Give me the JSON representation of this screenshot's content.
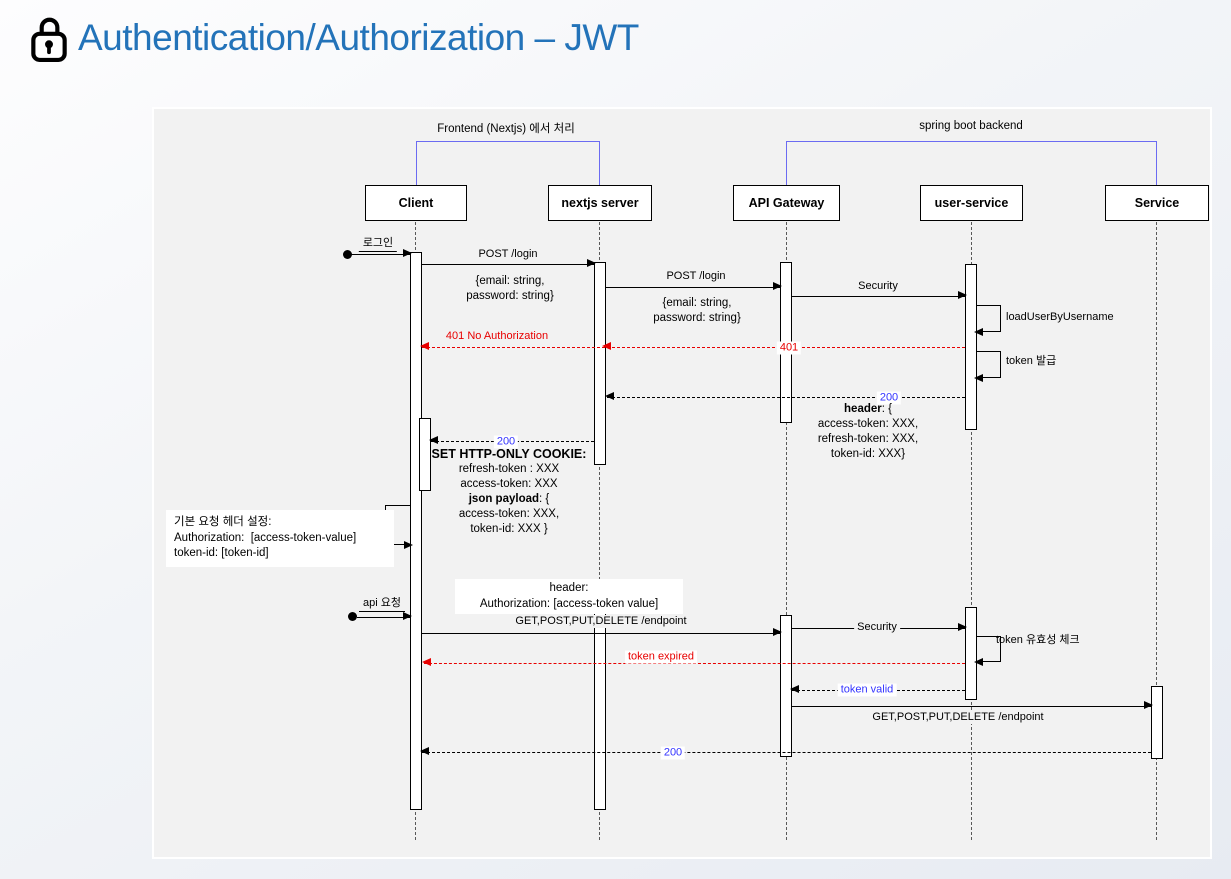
{
  "title": {
    "text": "Authentication/Authorization – JWT"
  },
  "groups": {
    "frontend": "Frontend (Nextjs) 에서 처리",
    "backend": "spring boot backend"
  },
  "actors": {
    "client": "Client",
    "nextjs": "nextjs server",
    "gateway": "API Gateway",
    "user_service": "user-service",
    "service": "Service"
  },
  "msgs": {
    "login_start": "로그인",
    "post_login1": "POST /login",
    "post_login1_body": "{email: string,\npassword: string}",
    "post_login2": "POST /login",
    "post_login2_body": "{email: string,\npassword: string}",
    "security1": "Security",
    "load_user": "loadUserByUsername",
    "unauthorized": "401 No Authorization",
    "code401": "401",
    "token_issue": "token 발급",
    "code200_gateway": "200",
    "code200_client": "200",
    "api_request_start": "api 요청",
    "endpoint_call_client": "GET,POST,PUT,DELETE /endpoint",
    "security2": "Security",
    "token_check": "token 유효성 체크",
    "token_expired": "token expired",
    "token_valid": "token valid",
    "endpoint_call_service": "GET,POST,PUT,DELETE /endpoint",
    "code200_final": "200"
  },
  "notes": {
    "header_response": {
      "bold": "header",
      "rest": ": {",
      "lines": "access-token: XXX,\nrefresh-token: XXX,\ntoken-id: XXX}"
    },
    "set_cookie": {
      "title": "SET HTTP-ONLY COOKIE:",
      "lines": "refresh-token : XXX\naccess-token: XXX",
      "payload_bold": "json payload",
      "payload_rest": ": {",
      "payload_lines": "access-token: XXX,\ntoken-id: XXX }"
    },
    "default_headers": "기본 요청 헤더 설정:\nAuthorization:  [access-token-value]\ntoken-id: [token-id]",
    "request_header": "header:\nAuthorization: [access-token value]"
  },
  "colors": {
    "accent_blue": "#2373b9",
    "bracket_blue": "#6b6bf2",
    "error_red": "#e80000",
    "status_blue": "#3333ff"
  }
}
